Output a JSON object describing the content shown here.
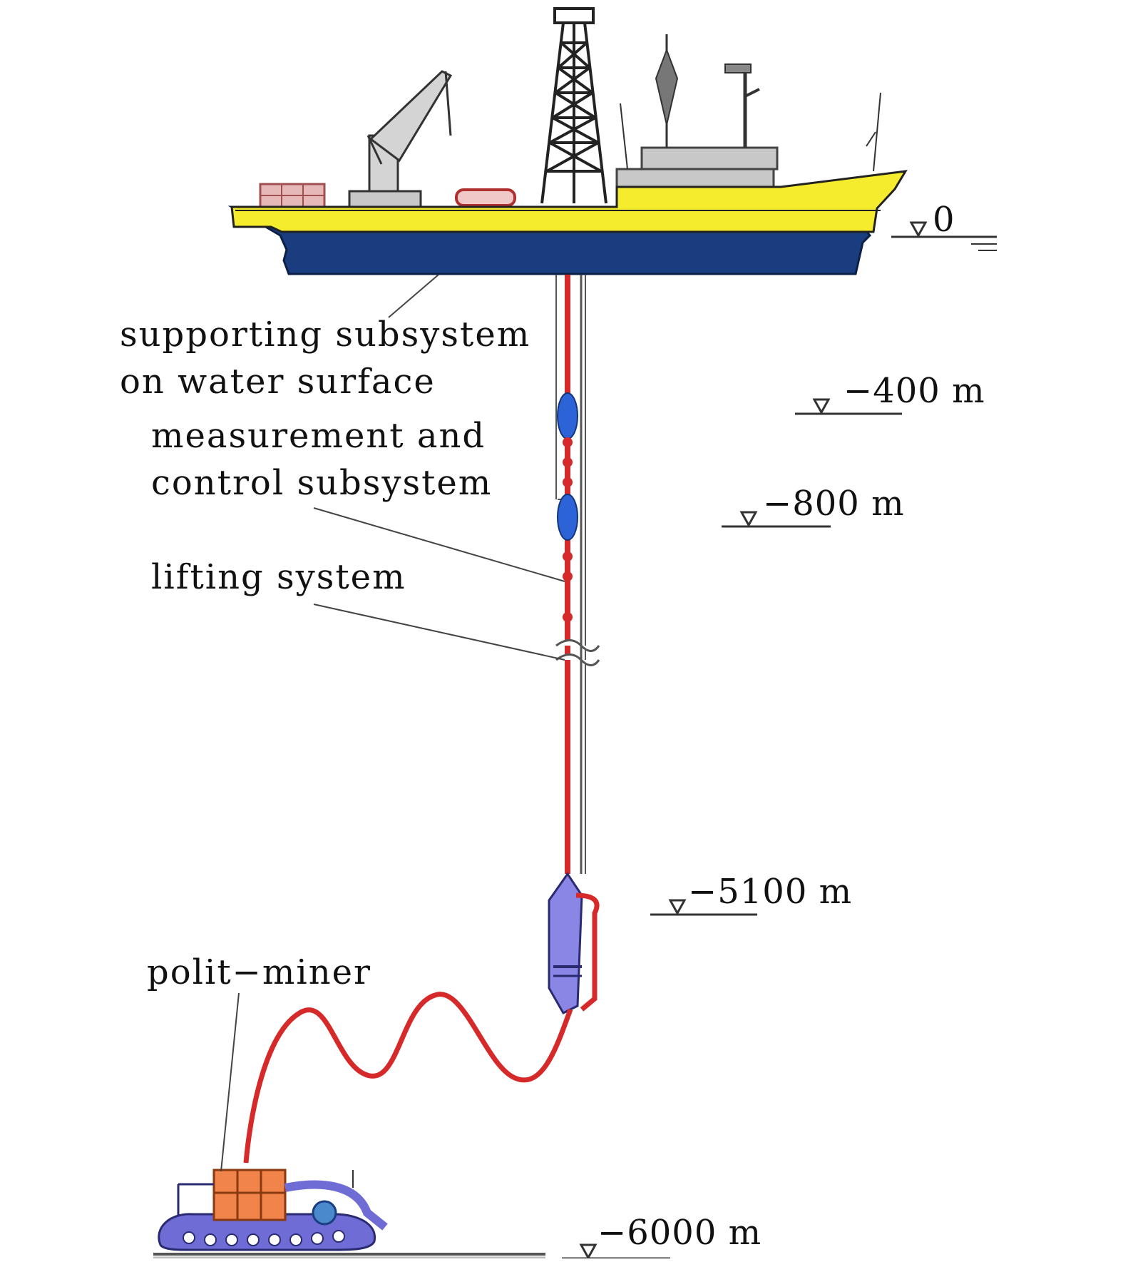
{
  "labels": {
    "surface_line1": "supporting subsystem",
    "surface_line2": "on water surface",
    "mc_line1": "measurement and",
    "mc_line2": "control subsystem",
    "lifting": "lifting system",
    "miner": "polit−miner"
  },
  "depth_markers": {
    "d0": "0",
    "d400": "−400 m",
    "d800": "−800 m",
    "d5100": "−5100 m",
    "d6000": "−6000 m"
  },
  "colors": {
    "hull_bottom": "#1a3d80",
    "hull_top": "#f4ec2c",
    "pipe": "#d62a2a",
    "buffer": "#8a86e6",
    "float": "#2c63d6",
    "miner_body": "#f0844a",
    "miner_track": "#6f6cd6",
    "superstructure": "#c8c8c8"
  },
  "icons": [
    "ship-icon",
    "derrick-icon",
    "crane-icon",
    "buffer-icon",
    "miner-icon",
    "water-level-icon"
  ]
}
